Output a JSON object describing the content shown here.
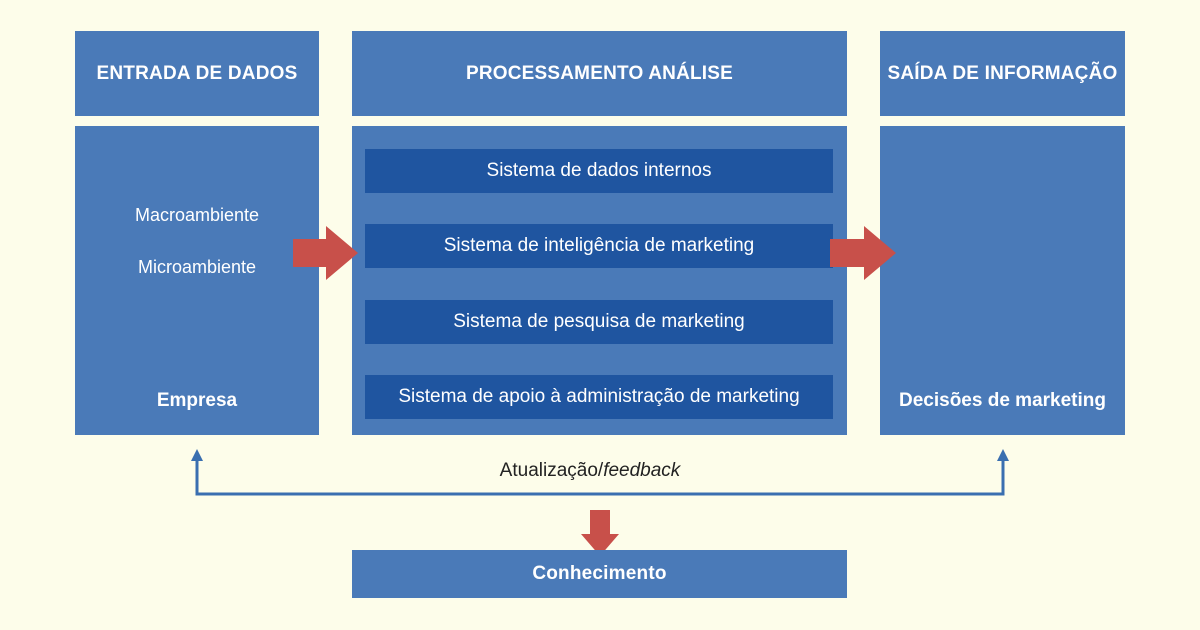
{
  "columns": {
    "input": {
      "header": "ENTRADA DE DADOS",
      "items": [
        "Macroambiente",
        "Microambiente"
      ],
      "footer": "Empresa"
    },
    "processing": {
      "header": "PROCESSAMENTO ANÁLISE",
      "systems": [
        "Sistema de dados internos",
        "Sistema de inteligência de marketing",
        "Sistema de pesquisa de marketing",
        "Sistema de apoio à administração de marketing"
      ]
    },
    "output": {
      "header": "SAÍDA DE INFORMAÇÃO",
      "footer": "Decisões de marketing"
    }
  },
  "feedback": {
    "label": "Atualização/",
    "label_emphasis": "feedback"
  },
  "knowledge": "Conhecimento",
  "colors": {
    "background": "#fdfdea",
    "box": "#4a7ab8",
    "system_bar": "#1f55a0",
    "arrow_red": "#c8504a",
    "feedback_line": "#3a6fb0"
  }
}
